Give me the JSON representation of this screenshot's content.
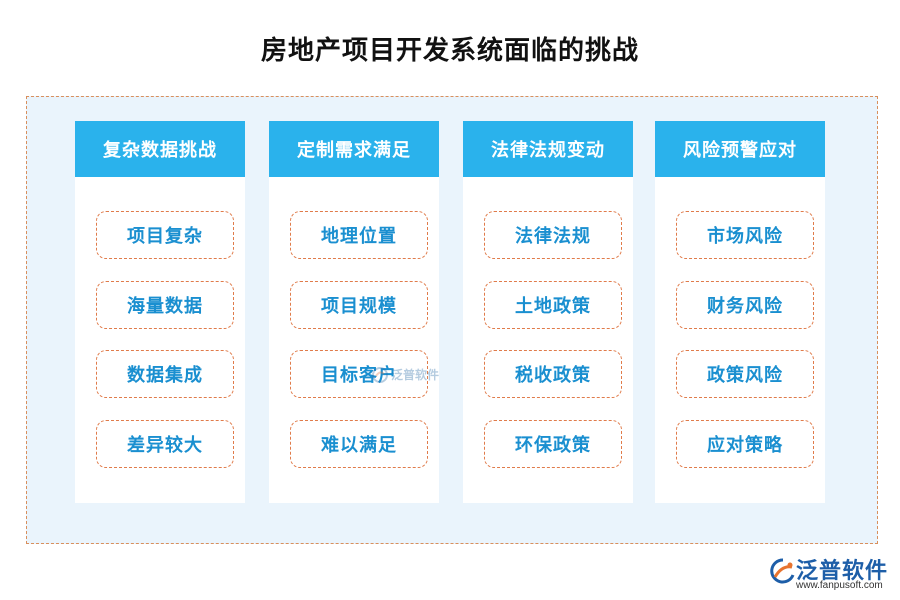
{
  "title": "房地产项目开发系统面临的挑战",
  "colors": {
    "header_bg": "#2ab2ec",
    "frame_bg": "#eaf4fc",
    "dashed_border": "#e07b4a",
    "item_text": "#1a8fd0"
  },
  "columns": [
    {
      "header": "复杂数据挑战",
      "items": [
        "项目复杂",
        "海量数据",
        "数据集成",
        "差异较大"
      ]
    },
    {
      "header": "定制需求满足",
      "items": [
        "地理位置",
        "项目规模",
        "目标客户",
        "难以满足"
      ]
    },
    {
      "header": "法律法规变动",
      "items": [
        "法律法规",
        "土地政策",
        "税收政策",
        "环保政策"
      ]
    },
    {
      "header": "风险预警应对",
      "items": [
        "市场风险",
        "财务风险",
        "政策风险",
        "应对策略"
      ]
    }
  ],
  "watermark": {
    "text": "泛普软件",
    "icon": "fanpu-logo-icon"
  },
  "logo": {
    "name": "泛普软件",
    "url": "www.fanpusoft.com",
    "icon": "fanpu-logo-icon"
  }
}
